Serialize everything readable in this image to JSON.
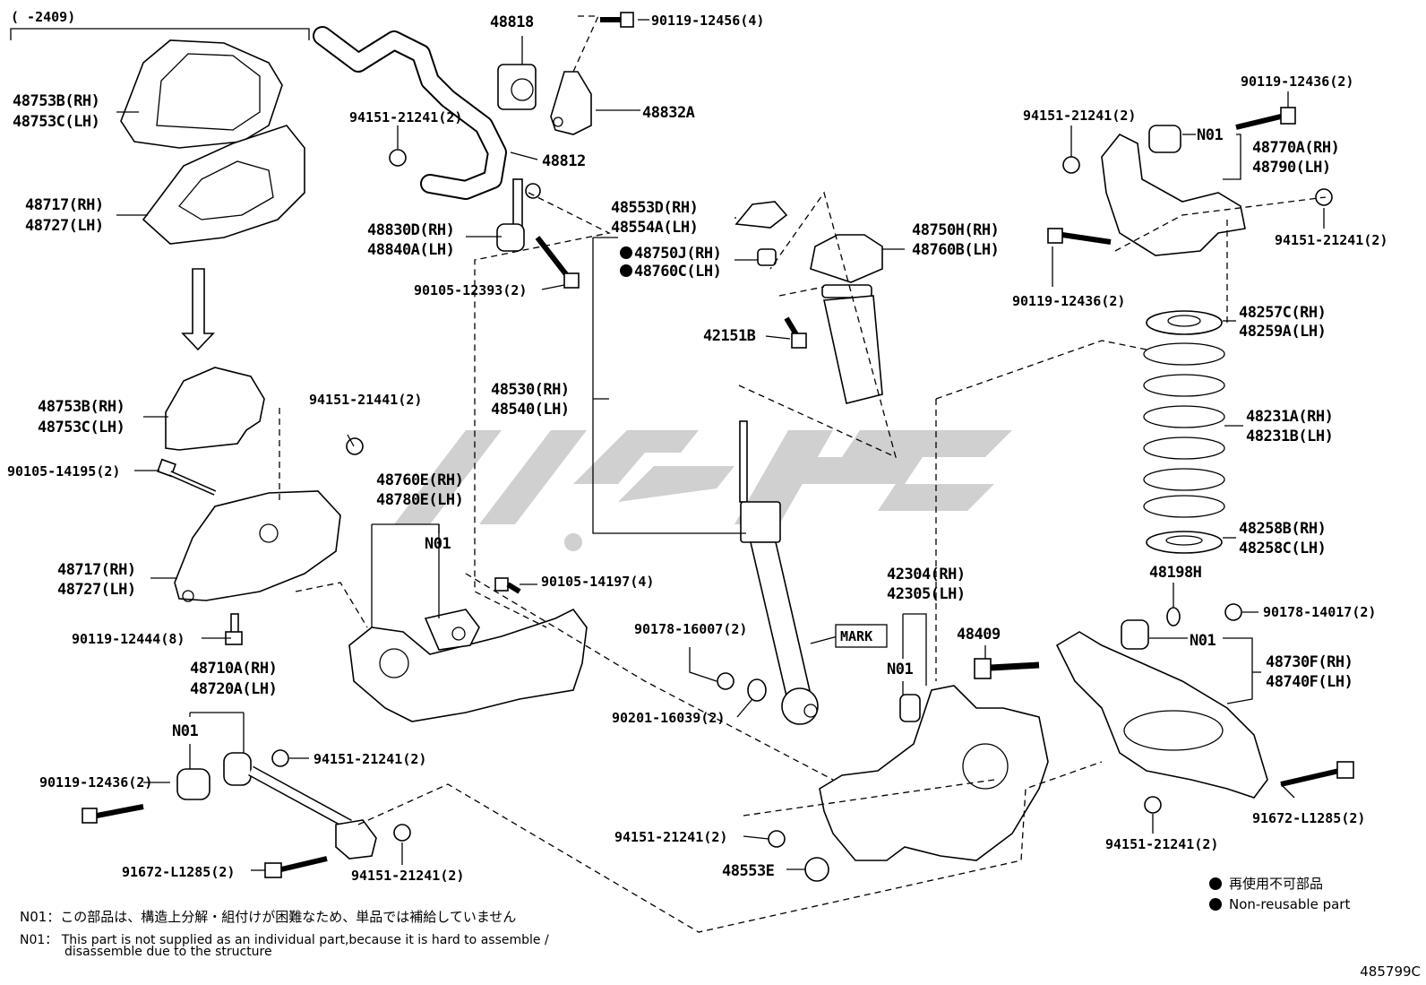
{
  "header": {
    "range_label": "(     -2409)"
  },
  "labels": {
    "l48818": "48818",
    "l90119_12456": "90119-12456(4)",
    "l48753b_top": "48753B(RH)",
    "l48753c_top": "48753C(LH)",
    "l48832a": "48832A",
    "l94151_top": "94151-21241(2)",
    "l48812": "48812",
    "l48717_top": "48717(RH)",
    "l48727_top": "48727(LH)",
    "l48830d": "48830D(RH)",
    "l48840a": "48840A(LH)",
    "l90105_12393": "90105-12393(2)",
    "l48553d": "48553D(RH)",
    "l48554a": "48554A(LH)",
    "l48750j": "48750J(RH)",
    "l48760c": "48760C(LH)",
    "l48750h": "48750H(RH)",
    "l48760b": "48760B(LH)",
    "l42151b": "42151B",
    "l48530": "48530(RH)",
    "l48540": "48540(LH)",
    "l48753b_mid": "48753B(RH)",
    "l48753c_mid": "48753C(LH)",
    "l94151_21441": "94151-21441(2)",
    "l90105_14195": "90105-14195(2)",
    "l48760e": "48760E(RH)",
    "l48780e": "48780E(LH)",
    "l_n01_mid": "N01",
    "l48717_mid": "48717(RH)",
    "l48727_mid": "48727(LH)",
    "l90105_14197": "90105-14197(4)",
    "l90119_12444": "90119-12444(8)",
    "l48710a": "48710A(RH)",
    "l48720a": "48720A(LH)",
    "l_n01_left": "N01",
    "l94151_left": "94151-21241(2)",
    "l90119_12436_left": "90119-12436(2)",
    "l91672_left": "91672-L1285(2)",
    "l94151_left_bot": "94151-21241(2)",
    "l90178_16007": "90178-16007(2)",
    "l_mark": "MARK",
    "l90201": "90201-16039(2)",
    "l94151_center_bot": "94151-21241(2)",
    "l48553e": "48553E",
    "l42304": "42304(RH)",
    "l42305": "42305(LH)",
    "l_n01_knuckle": "N01",
    "l48409": "48409",
    "l90119_12436_tr": "90119-12436(2)",
    "l94151_tr": "94151-21241(2)",
    "l_n01_tr": "N01",
    "l48770a": "48770A(RH)",
    "l48790": "48790(LH)",
    "l94151_tr2": "94151-21241(2)",
    "l90119_12436_tr2": "90119-12436(2)",
    "l48257c": "48257C(RH)",
    "l48259a": "48259A(LH)",
    "l48231a": "48231A(RH)",
    "l48231b": "48231B(LH)",
    "l48258b": "48258B(RH)",
    "l48258c": "48258C(LH)",
    "l48198h": "48198H",
    "l90178_14017": "90178-14017(2)",
    "l_n01_br": "N01",
    "l48730f": "48730F(RH)",
    "l48740f": "48740F(LH)",
    "l91672_right": "91672-L1285(2)",
    "l94151_right_bot": "94151-21241(2)"
  },
  "legend": {
    "jp": "再使用不可部品",
    "en": "Non-reusable part"
  },
  "notes": {
    "jp": "N01：この部品は、構造上分解・組付けが困難なため、単品では補給していません",
    "en_line1": "N01： This part is not supplied as an individual part,because it is hard to assemble /",
    "en_line2": "disassemble due to the structure"
  },
  "diagram_code": "485799C"
}
